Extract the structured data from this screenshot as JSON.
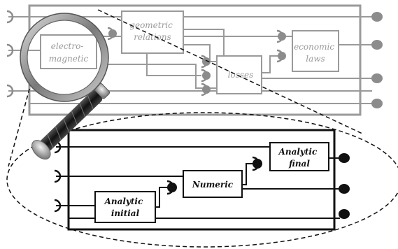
{
  "top_system": {
    "blocks": [
      {
        "id": "electromagnetic",
        "lines": [
          "electro-",
          "magnetic"
        ]
      },
      {
        "id": "geometric",
        "lines": [
          "geometric",
          "relations"
        ]
      },
      {
        "id": "losses",
        "lines": [
          "losses"
        ]
      },
      {
        "id": "economic",
        "lines": [
          "economic",
          "laws"
        ]
      }
    ]
  },
  "detail_system": {
    "blocks": [
      {
        "id": "analytic-initial",
        "lines": [
          "Analytic",
          "initial"
        ]
      },
      {
        "id": "numeric",
        "lines": [
          "Numeric"
        ]
      },
      {
        "id": "analytic-final",
        "lines": [
          "Analytic",
          "final"
        ]
      }
    ]
  },
  "colors": {
    "top_line": "#9a9a9a",
    "top_port": "#8c8c8c",
    "bottom_line": "#111111",
    "lens_rim": "#7a7a7a",
    "handle": "#2a2a2a"
  }
}
